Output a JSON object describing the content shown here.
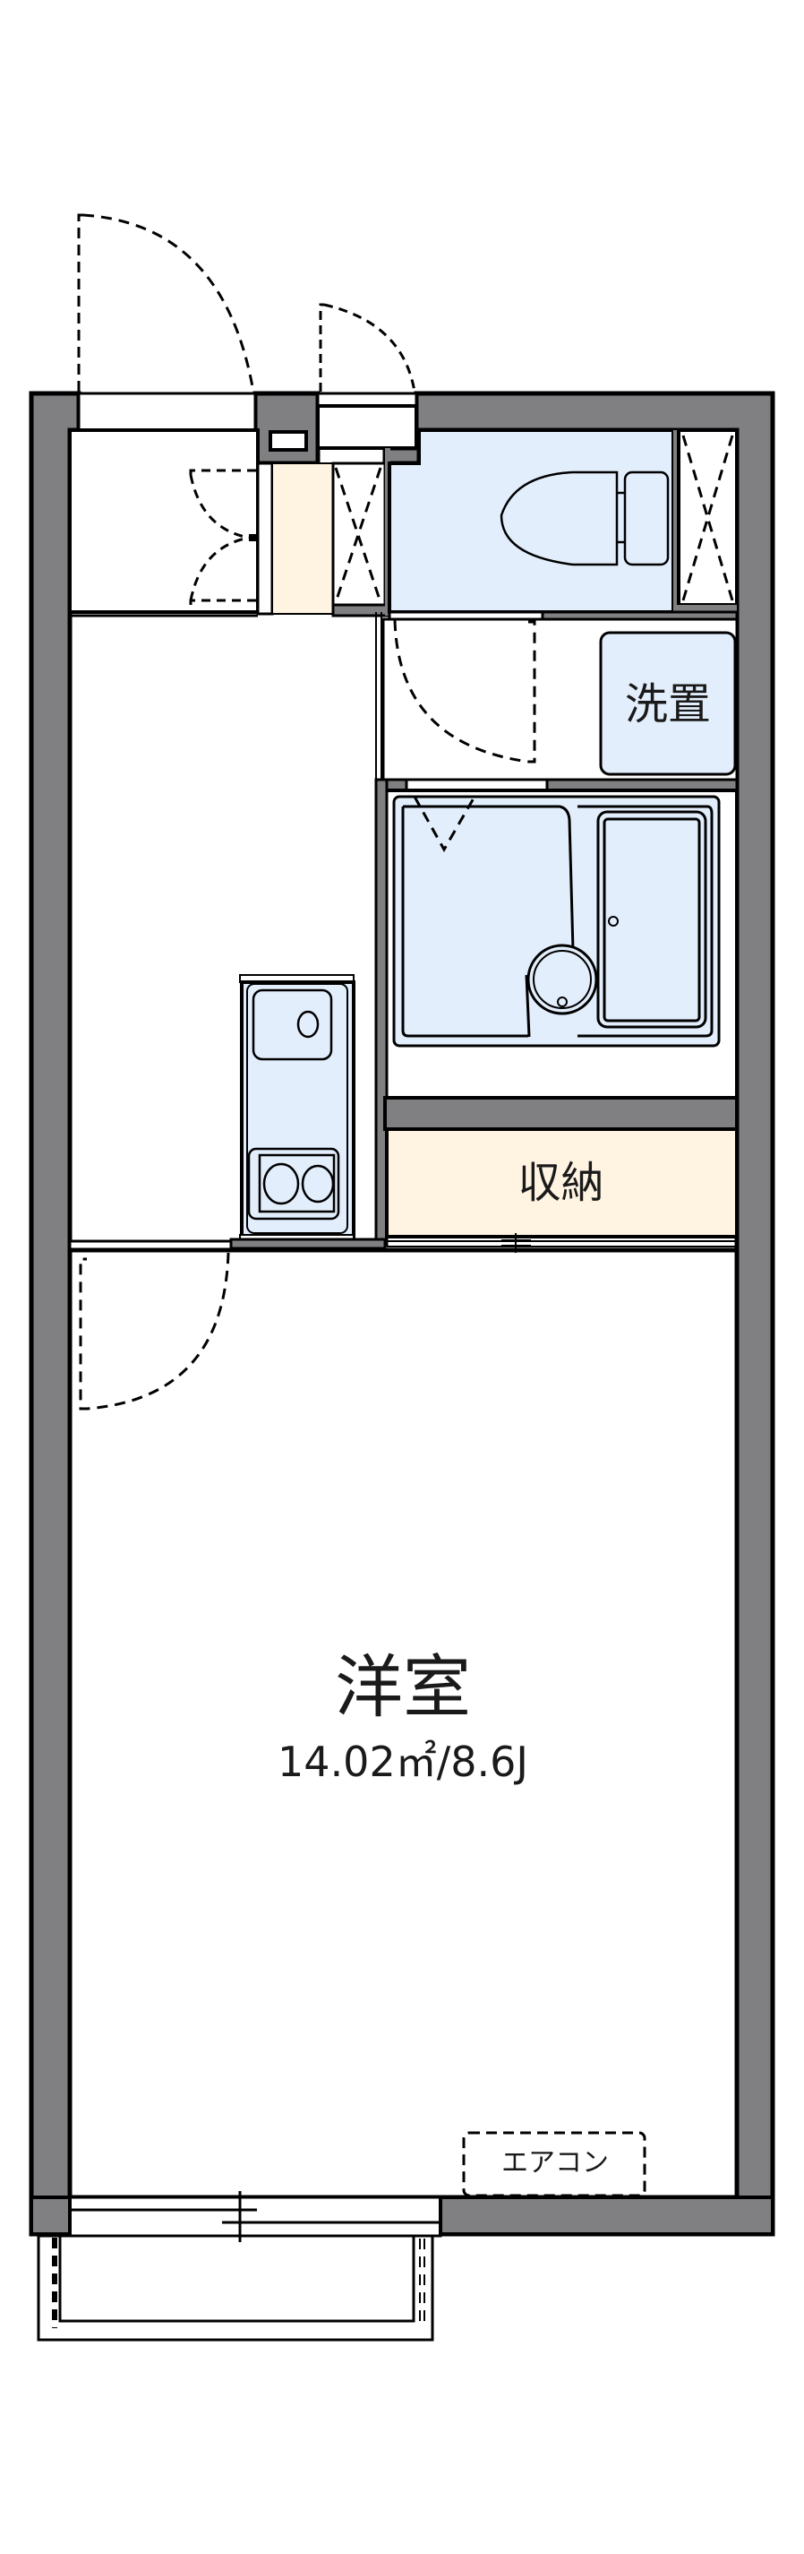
{
  "floorplan": {
    "colors": {
      "wall": "#808083",
      "line": "#000000",
      "wet_area": "#e3eefc",
      "storage": "#fff4e2",
      "background": "#ffffff"
    },
    "rooms": {
      "western_room": {
        "label": "洋室",
        "area": "14.02㎡/8.6J"
      },
      "washer_space": {
        "label": "洗置"
      },
      "storage": {
        "label": "収納"
      },
      "air_conditioner": {
        "label": "エアコン"
      }
    }
  }
}
